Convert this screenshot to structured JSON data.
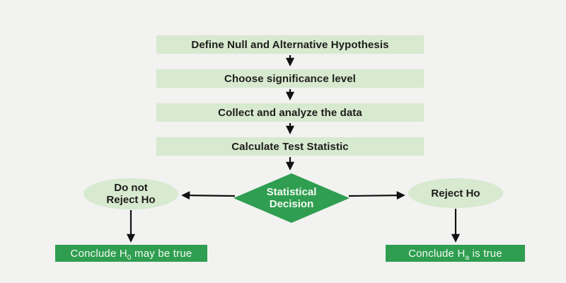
{
  "palette": {
    "background": "#f2f2f1",
    "light_green": "#d7e9cf",
    "dark_green": "#2f9e50",
    "text_dark": "#1d1d1b",
    "text_light": "#f4faf4",
    "arrow": "#111111"
  },
  "flowchart": {
    "steps": [
      {
        "label": "Define Null and Alternative Hypothesis"
      },
      {
        "label": "Choose significance level"
      },
      {
        "label": "Collect and analyze the data"
      },
      {
        "label": "Calculate Test Statistic"
      }
    ],
    "decision": {
      "line1": "Statistical",
      "line2": "Decision"
    },
    "left_outcome": {
      "line1": "Do not",
      "line2": "Reject Ho"
    },
    "right_outcome": {
      "label": "Reject Ho"
    },
    "left_conclusion": {
      "prefix": "Conclude H",
      "sub": "0",
      "suffix": " may be true"
    },
    "right_conclusion": {
      "prefix": "Conclude H",
      "sub": "a",
      "suffix": " is true"
    }
  }
}
